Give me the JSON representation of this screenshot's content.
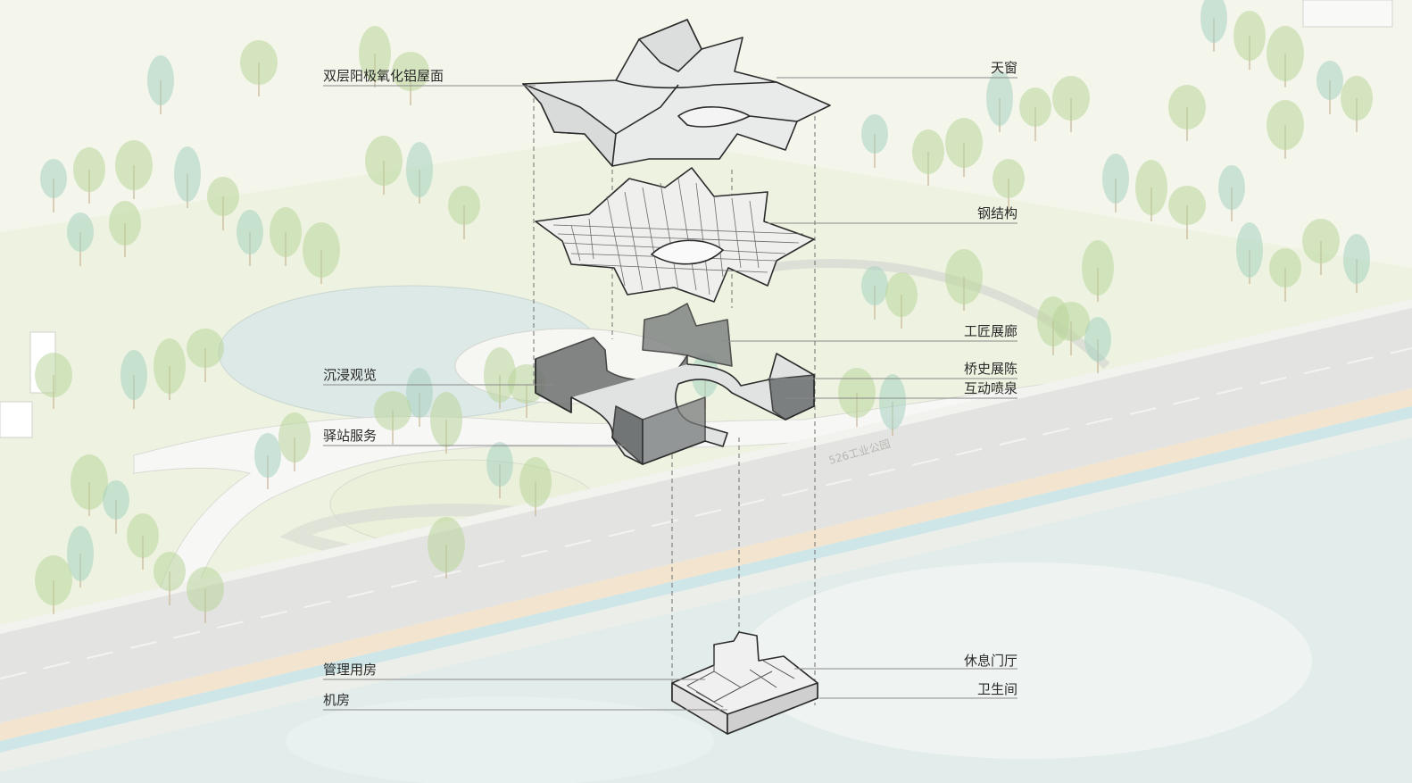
{
  "diagram": {
    "labels_left": [
      {
        "id": "roof",
        "text": "双层阳极氧化铝屋面"
      },
      {
        "id": "immersive",
        "text": "沉浸观览"
      },
      {
        "id": "station",
        "text": "驿站服务"
      },
      {
        "id": "management",
        "text": "管理用房"
      },
      {
        "id": "machine",
        "text": "机房"
      }
    ],
    "labels_right": [
      {
        "id": "skylight",
        "text": "天窗"
      },
      {
        "id": "steel",
        "text": "钢结构"
      },
      {
        "id": "gallery",
        "text": "工匠展廊"
      },
      {
        "id": "bridge",
        "text": "桥史展陈"
      },
      {
        "id": "fountain",
        "text": "互动喷泉"
      },
      {
        "id": "lobby",
        "text": "休息门厅"
      },
      {
        "id": "toilet",
        "text": "卫生间"
      }
    ],
    "site_sign": "526工业公园",
    "colors": {
      "ground": "#f4f6ec",
      "lawn": "#eaf0da",
      "path": "#f7f7f5",
      "road": "#e3e4e2",
      "river": "#e2ecea",
      "pond": "#dde9e6",
      "bike_lane": "#f3e4cf",
      "cyan_lane": "#cfe6e8",
      "structure_line": "#2b2b2b",
      "glass": "#6d7070",
      "tree_green": "#b9d59a",
      "tree_teal": "#a7d2c1",
      "leader_line": "#8a8a8a"
    }
  }
}
